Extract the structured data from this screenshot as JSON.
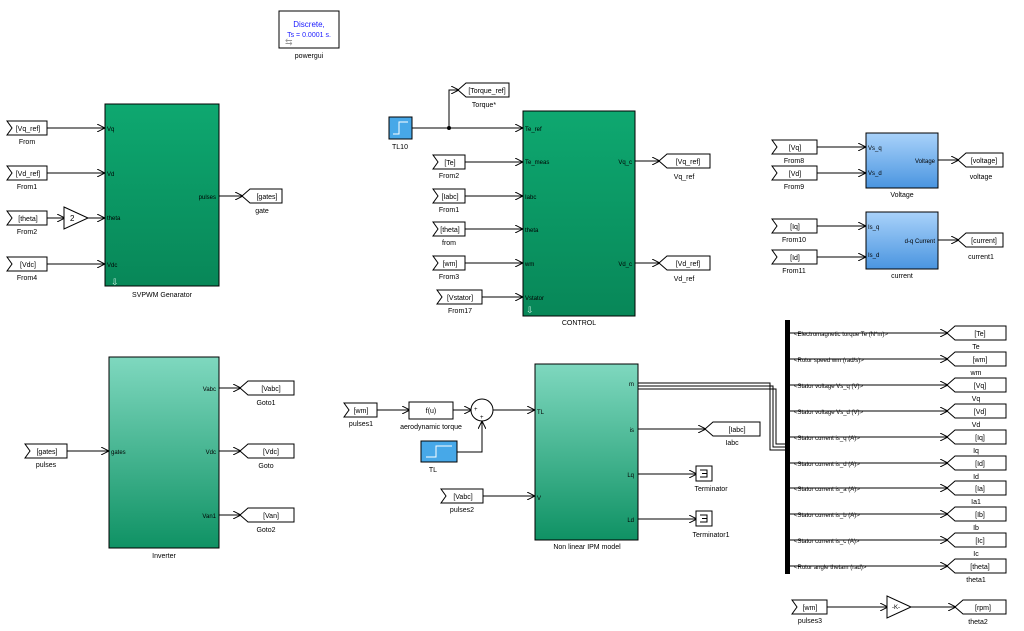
{
  "powergui": {
    "text1": "Discrete,",
    "text2": "Ts = 0.0001 s.",
    "name": "powergui"
  },
  "svpwm": {
    "name": "SVPWM Genarator",
    "ports_in": [
      "Vq",
      "Vd",
      "theta",
      "Vdc"
    ],
    "port_out": "pulses",
    "from_tags": [
      "[Vq_ref]",
      "[Vd_ref]",
      "[theta]",
      "[Vdc]"
    ],
    "from_names": [
      "From",
      "From1",
      "From2",
      "From4"
    ],
    "gain_value": "2",
    "goto_tag": "[gates]",
    "goto_name": "gate"
  },
  "control": {
    "name": "CONTROL",
    "ports_in": [
      "Te_ref",
      "Te_meas",
      "Iabc",
      "theta",
      "wm",
      "Vstator"
    ],
    "ports_out": [
      "Vq_c",
      "Vd_c"
    ],
    "from_tags": [
      "[Te]",
      "[Iabc]",
      "[theta]",
      "[wm]",
      "[Vstator]"
    ],
    "from_names": [
      "From2",
      "From1",
      "from",
      "From3",
      "From17"
    ],
    "step_name": "TL10",
    "torque_goto": "[Torque_ref]",
    "torque_name": "Torque*",
    "out_tags": [
      "[Vq_ref]",
      "[Vd_ref]"
    ],
    "out_names": [
      "Vq_ref",
      "Vd_ref"
    ]
  },
  "voltage": {
    "name": "Voltage",
    "ports_in": [
      "Vs_q",
      "Vs_d"
    ],
    "port_out": "Voltage",
    "from_tags": [
      "[Vq]",
      "[Vd]"
    ],
    "from_names": [
      "From8",
      "From9"
    ],
    "goto_tag": "[voltage]",
    "goto_name": "voltage"
  },
  "current": {
    "name": "current",
    "ports_in": [
      "Is_q",
      "Is_d"
    ],
    "port_out": "d-q Current",
    "from_tags": [
      "[Iq]",
      "[Id]"
    ],
    "from_names": [
      "From10",
      "From11"
    ],
    "goto_tag": "[current]",
    "goto_name": "current1"
  },
  "inverter": {
    "name": "Inverter",
    "port_in": "gates",
    "ports_out": [
      "Vabc",
      "Vdc",
      "Van1"
    ],
    "from_tag": "[gates]",
    "from_name": "pulses",
    "goto_tags": [
      "[Vabc]",
      "[Vdc]",
      "[Van]"
    ],
    "goto_names": [
      "Goto1",
      "Goto",
      "Goto2"
    ]
  },
  "ipm": {
    "name": "Non linear IPM model",
    "ports_in": [
      "TL",
      "V"
    ],
    "ports_out": [
      "m",
      "is",
      "Lq",
      "Ld"
    ],
    "wm_tag": "[wm]",
    "wm_name": "pulses1",
    "fcn": "f(u)",
    "fcn_name": "aerodynamic torque",
    "sum_signs": [
      "+",
      "+"
    ],
    "step_name": "TL",
    "vabc_tag": "[Vabc]",
    "vabc_name": "pulses2",
    "iabc_tag": "[Iabc]",
    "iabc_name": "Iabc",
    "term_names": [
      "Terminator",
      "Terminator1"
    ]
  },
  "bus_selector": {
    "signals": [
      "<Electromagnetic torque Te (N*m)>",
      "<Rotor speed wm (rad/s)>",
      "<Stator voltage Vs_q (V)>",
      "<Stator voltage Vs_d (V)>",
      "<Stator current is_q (A)>",
      "<Stator current is_d (A)>",
      "<Stator current is_a (A)>",
      "<Stator current is_b (A)>",
      "<Stator current is_c (A)>",
      "<Rotor angle thetam (rad)>"
    ],
    "goto_tags": [
      "[Te]",
      "[wm]",
      "[Vq]",
      "[Vd]",
      "[Iq]",
      "[Id]",
      "[Ia]",
      "[Ib]",
      "[Ic]",
      "[theta]"
    ],
    "goto_names": [
      "Te",
      "wm",
      "Vq",
      "Vd",
      "Iq",
      "Id",
      "Ia1",
      "Ib",
      "Ic",
      "theta1"
    ]
  },
  "speed": {
    "from_tag": "[wm]",
    "from_name": "pulses3",
    "gain": "-K-",
    "goto_tag": "[rpm]",
    "goto_name": "theta2"
  },
  "colors": {
    "svpwm_top": "#0ea870",
    "svpwm_bottom": "#088758",
    "teal_top": "#7fd8bf",
    "teal_bottom": "#0f9264",
    "blue_top": "#a9d2fa",
    "blue_bottom": "#4a95e0",
    "step": "#47a8e8",
    "powergui_text": "#1a1aff"
  }
}
